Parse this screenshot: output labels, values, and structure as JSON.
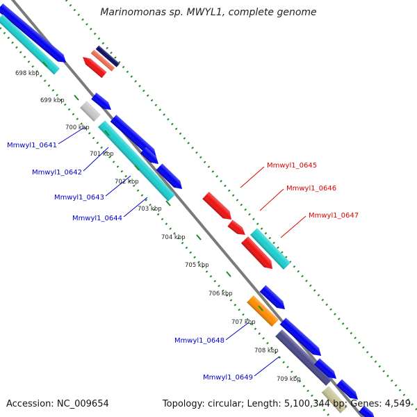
{
  "title": "Marinomonas sp. MWYL1, complete genome",
  "accession_text": "Accession: NC_009654",
  "topology_text": "Topology: circular; Length: 5,100,344 bp; Genes: 4,549",
  "colors": {
    "backbone": "#7a7a7a",
    "gc_dots": "#1f8a1f",
    "forward_genes": "#0000ee",
    "reverse_genes": "#ee0000",
    "cds_blue": "#0000ee",
    "cds_cyan": "#1ccfcf",
    "cds_red": "#ee1111",
    "cds_salmon": "#f07050",
    "cds_navy": "#0a0a60",
    "cds_gray": "#c8c8c8",
    "cds_orange": "#ff8c00",
    "cds_slate": "#4a4a8a",
    "cds_khaki": "#c8c49a"
  },
  "ticks": [
    "698 kbp",
    "699 kbp",
    "700 kbp",
    "701 kbp",
    "702 kbp",
    "703 kbp",
    "704 kbp",
    "705 kbp",
    "706 kbp",
    "707 kbp",
    "708 kbp",
    "709 kbp"
  ],
  "labels_left": [
    "Mmwyl1_0641",
    "Mmwyl1_0642",
    "Mmwyl1_0643",
    "Mmwyl1_0644",
    "Mmwyl1_0648",
    "Mmwyl1_0649"
  ],
  "labels_right": [
    "Mmwyl1_0645",
    "Mmwyl1_0646",
    "Mmwyl1_0647"
  ]
}
